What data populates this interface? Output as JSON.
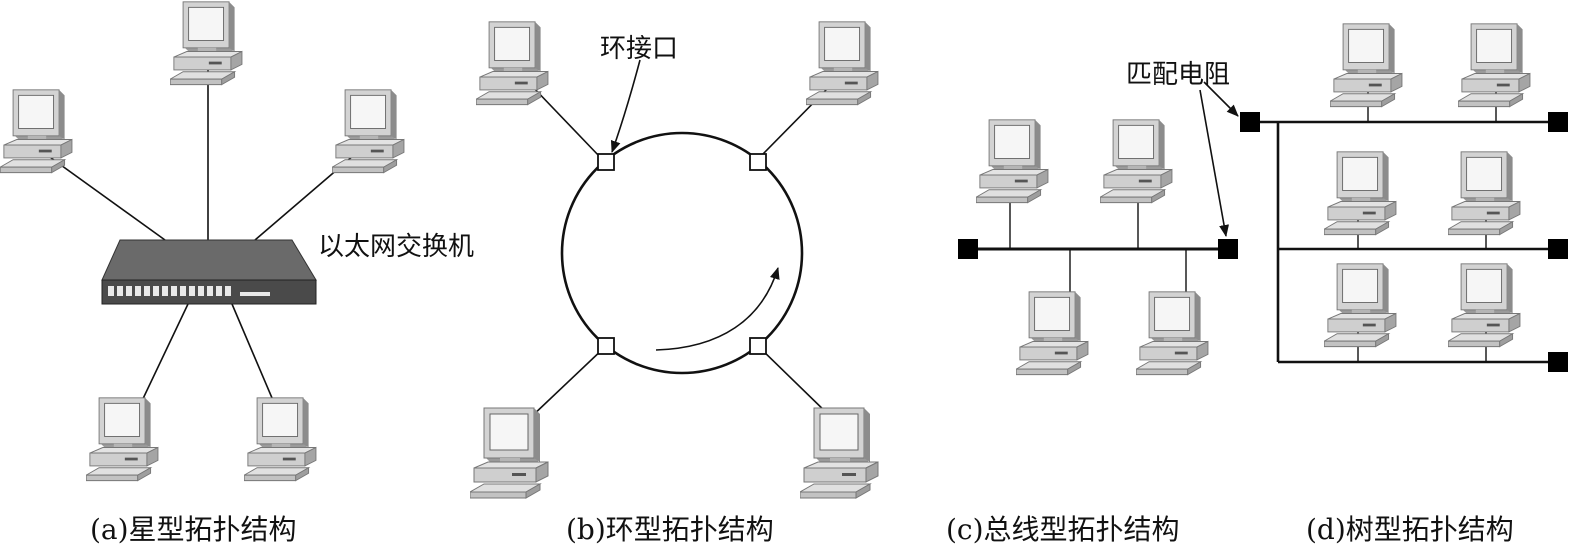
{
  "diagrams": [
    {
      "id": "star",
      "caption": "(a)星型拓扑结构",
      "device_label": "以太网交换机"
    },
    {
      "id": "ring",
      "caption": "(b)环型拓扑结构",
      "device_label": "环接口"
    },
    {
      "id": "bus",
      "caption": "(c)总线型拓扑结构",
      "device_label": "匹配电阻"
    },
    {
      "id": "tree",
      "caption": "(d)树型拓扑结构"
    }
  ],
  "colors": {
    "line": "#111111",
    "monitor_frame": "#c8c8c8",
    "screen": "#f4f4f4",
    "switch_body": "#4a4a4a"
  },
  "icons": {
    "computer": "desktop-computer-icon",
    "switch": "ethernet-switch-icon",
    "terminator": "terminator-block-icon",
    "ring_port": "ring-interface-icon"
  }
}
